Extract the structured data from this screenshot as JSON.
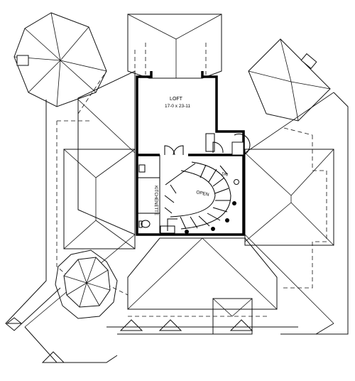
{
  "plan": {
    "rooms": {
      "loft_name": "LOFT",
      "loft_dims": "17-0 x 23-11",
      "kitchenette": "KITCHENETTE",
      "open": "OPEN",
      "stair_down": "DN"
    }
  }
}
